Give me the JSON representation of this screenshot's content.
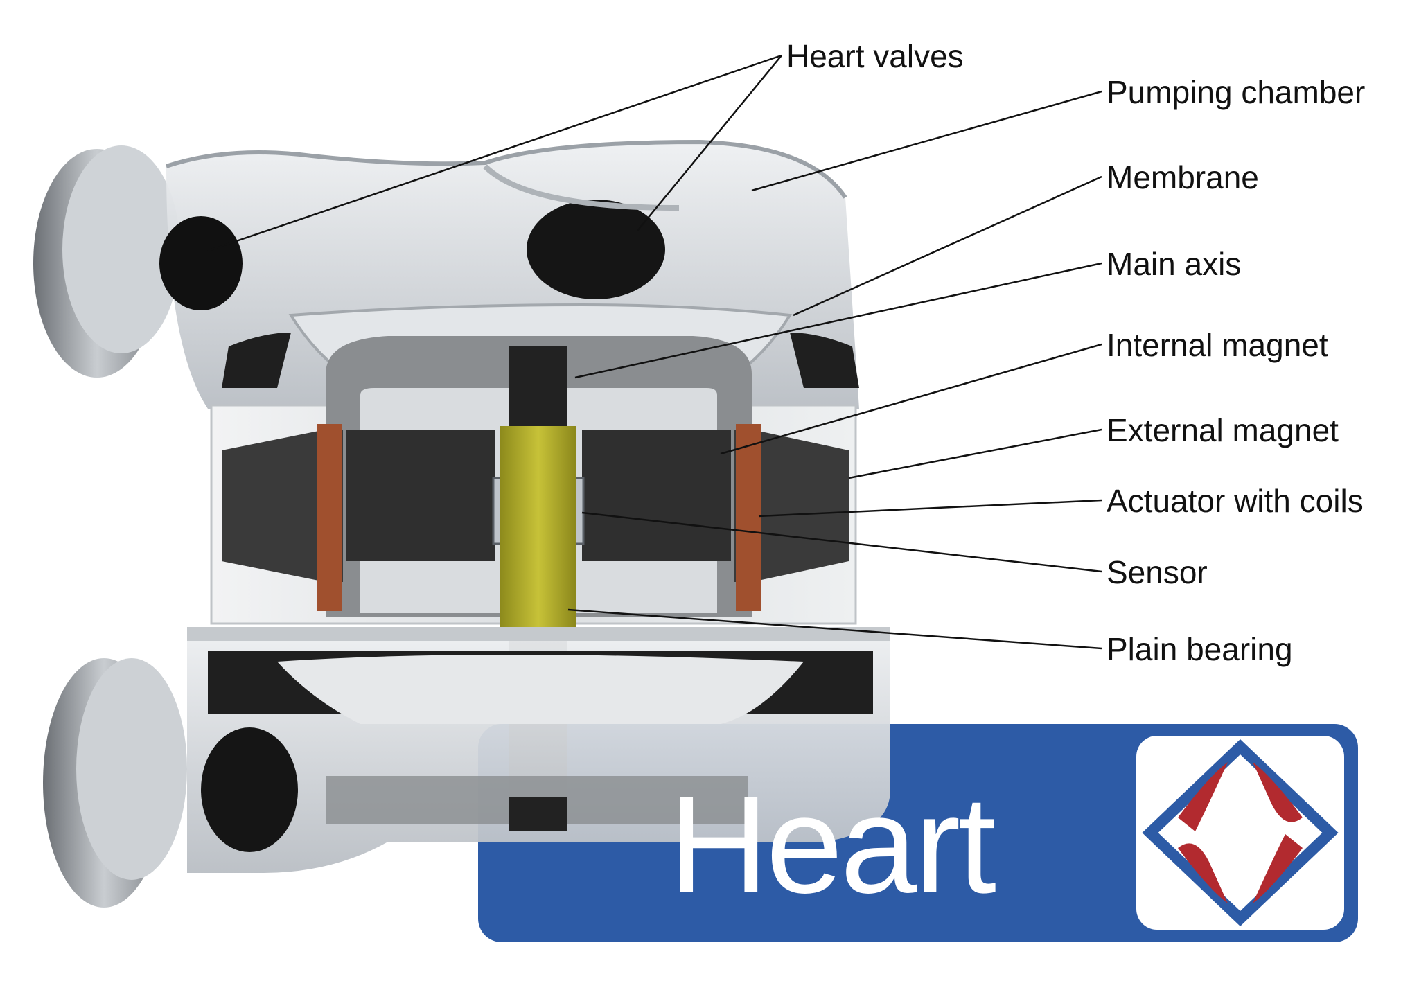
{
  "labels": {
    "heart_valves": "Heart valves",
    "pumping_chamber": "Pumping chamber",
    "membrane": "Membrane",
    "main_axis": "Main axis",
    "internal_magnet": "Internal magnet",
    "external_magnet": "External magnet",
    "actuator_with_coils": "Actuator with coils",
    "sensor": "Sensor",
    "plain_bearing": "Plain bearing"
  },
  "logo": {
    "text_visible": "Heart",
    "colors": {
      "panel": "#2d5ba6",
      "emblem_red": "#b22a2f",
      "emblem_blue": "#2d5ba6"
    }
  },
  "colors": {
    "housing": "#d2d6da",
    "foam": "#3a3a3a",
    "magnet": "#a0502e",
    "bearing": "#b5b02a",
    "axis": "#222222",
    "leader": "#111111"
  }
}
